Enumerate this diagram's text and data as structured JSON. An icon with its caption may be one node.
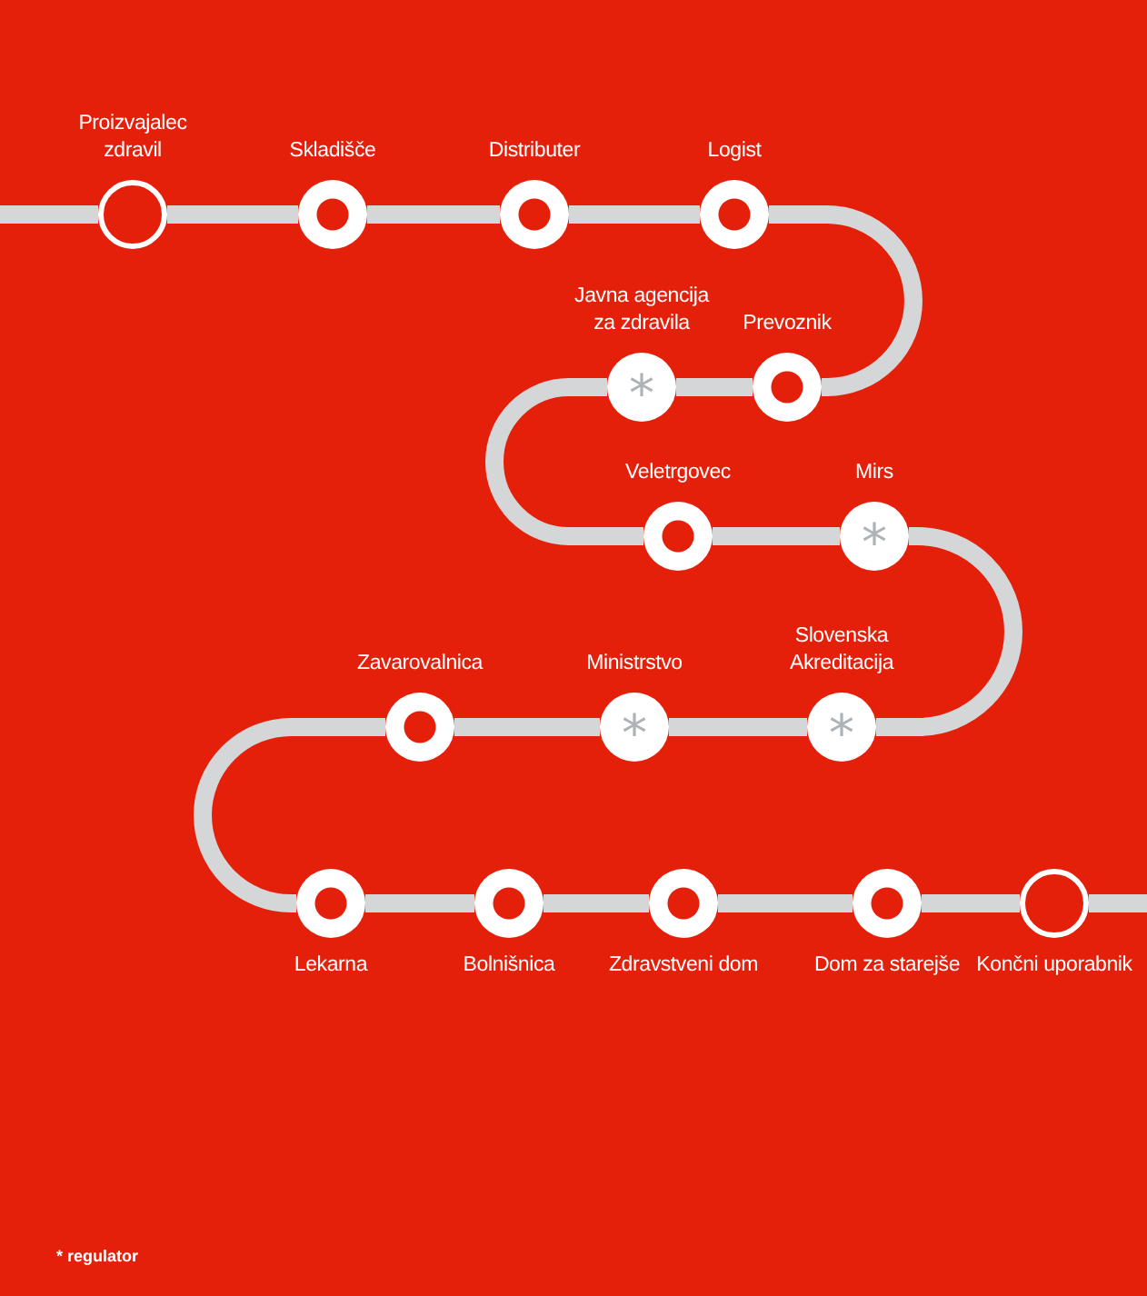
{
  "diagram": {
    "nodes": [
      {
        "text": [
          "Proizvajalec zdravil"
        ]
      },
      {
        "text": [
          "Skladišče"
        ]
      },
      {
        "text": [
          "Distributer"
        ]
      },
      {
        "text": [
          "Logist"
        ]
      },
      {
        "text": [
          "Javna agencija za zdravila",
          "*"
        ]
      },
      {
        "text": [
          "Prevoznik"
        ]
      },
      {
        "text": [
          "Veletrgovec"
        ]
      },
      {
        "text": [
          "Mirs",
          "*"
        ]
      },
      {
        "text": [
          "Zavarovalnica"
        ]
      },
      {
        "text": [
          "Ministrstvo",
          "*"
        ]
      },
      {
        "text": [
          "Slovenska Akreditacija",
          "*"
        ]
      },
      {
        "text": [
          "Lekarna"
        ]
      },
      {
        "text": [
          "Bolnišnica"
        ]
      },
      {
        "text": [
          "Zdravstveni dom"
        ]
      },
      {
        "text": [
          "Dom za starejše"
        ]
      },
      {
        "text": [
          "Končni uporabnik"
        ]
      }
    ],
    "edges": [
      {
        "from": null,
        "to": 0,
        "arrow": "none"
      },
      {
        "from": 0,
        "to": 1,
        "arrow": "none"
      },
      {
        "from": 1,
        "to": 2,
        "arrow": "none"
      },
      {
        "from": 2,
        "to": 3,
        "arrow": "none"
      },
      {
        "from": 3,
        "to": 5,
        "arrow": "none"
      },
      {
        "from": 5,
        "to": 4,
        "arrow": "none"
      },
      {
        "from": 4,
        "to": 6,
        "arrow": "none"
      },
      {
        "from": 6,
        "to": 7,
        "arrow": "none"
      },
      {
        "from": 7,
        "to": 10,
        "arrow": "none"
      },
      {
        "from": 10,
        "to": 9,
        "arrow": "none"
      },
      {
        "from": 9,
        "to": 8,
        "arrow": "none"
      },
      {
        "from": 8,
        "to": 11,
        "arrow": "none"
      },
      {
        "from": 11,
        "to": 12,
        "arrow": "none"
      },
      {
        "from": 12,
        "to": 13,
        "arrow": "none"
      },
      {
        "from": 13,
        "to": 14,
        "arrow": "none"
      },
      {
        "from": 14,
        "to": 15,
        "arrow": "none"
      },
      {
        "from": 15,
        "to": null,
        "arrow": "none"
      }
    ],
    "labels": [
      "* regulator"
    ]
  }
}
